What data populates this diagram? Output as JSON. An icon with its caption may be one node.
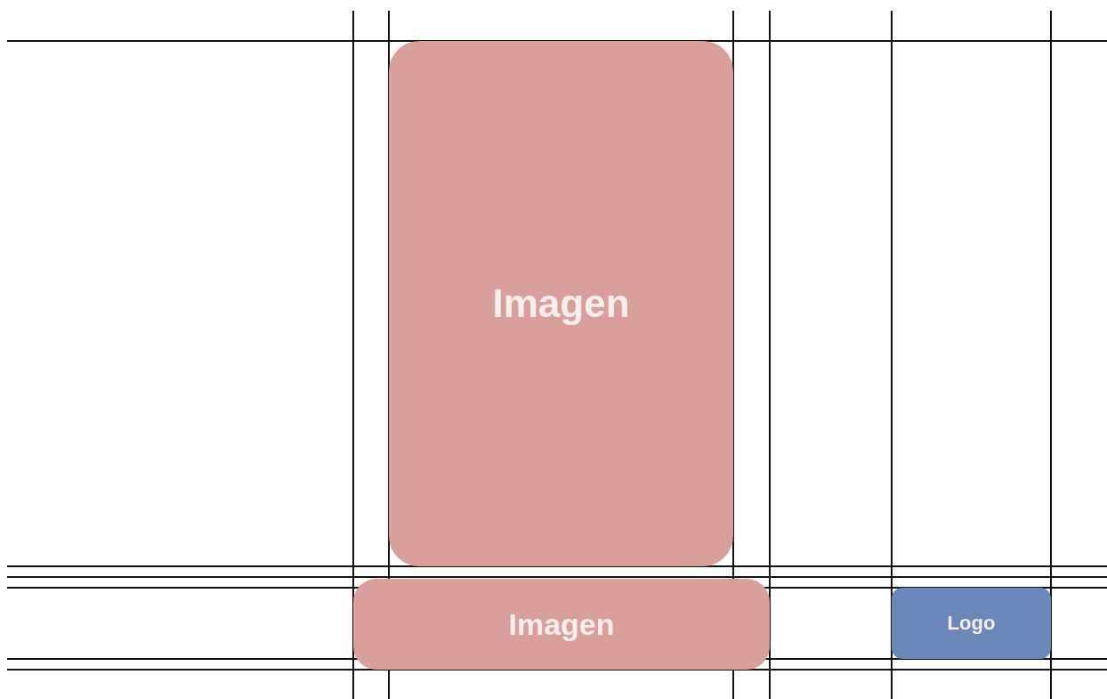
{
  "diagram": {
    "nodes": [
      {
        "text": [
          "Imagen"
        ]
      },
      {
        "text": [
          "Imagen"
        ]
      },
      {
        "text": [
          "Logo"
        ]
      }
    ]
  }
}
